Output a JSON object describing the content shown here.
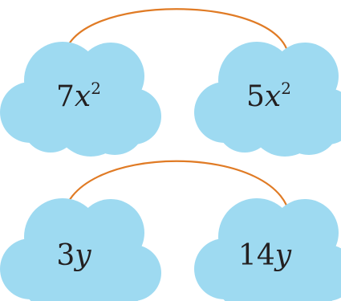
{
  "colors": {
    "cloud": "#9edaf1",
    "arc": "#e07b25",
    "text": "#231f20"
  },
  "pairs": [
    {
      "left": {
        "coefficient": "7",
        "variable": "x",
        "exponent": "2"
      },
      "right": {
        "coefficient": "5",
        "variable": "x",
        "exponent": "2"
      }
    },
    {
      "left": {
        "coefficient": "3",
        "variable": "y",
        "exponent": ""
      },
      "right": {
        "coefficient": "14",
        "variable": "y",
        "exponent": ""
      }
    }
  ]
}
